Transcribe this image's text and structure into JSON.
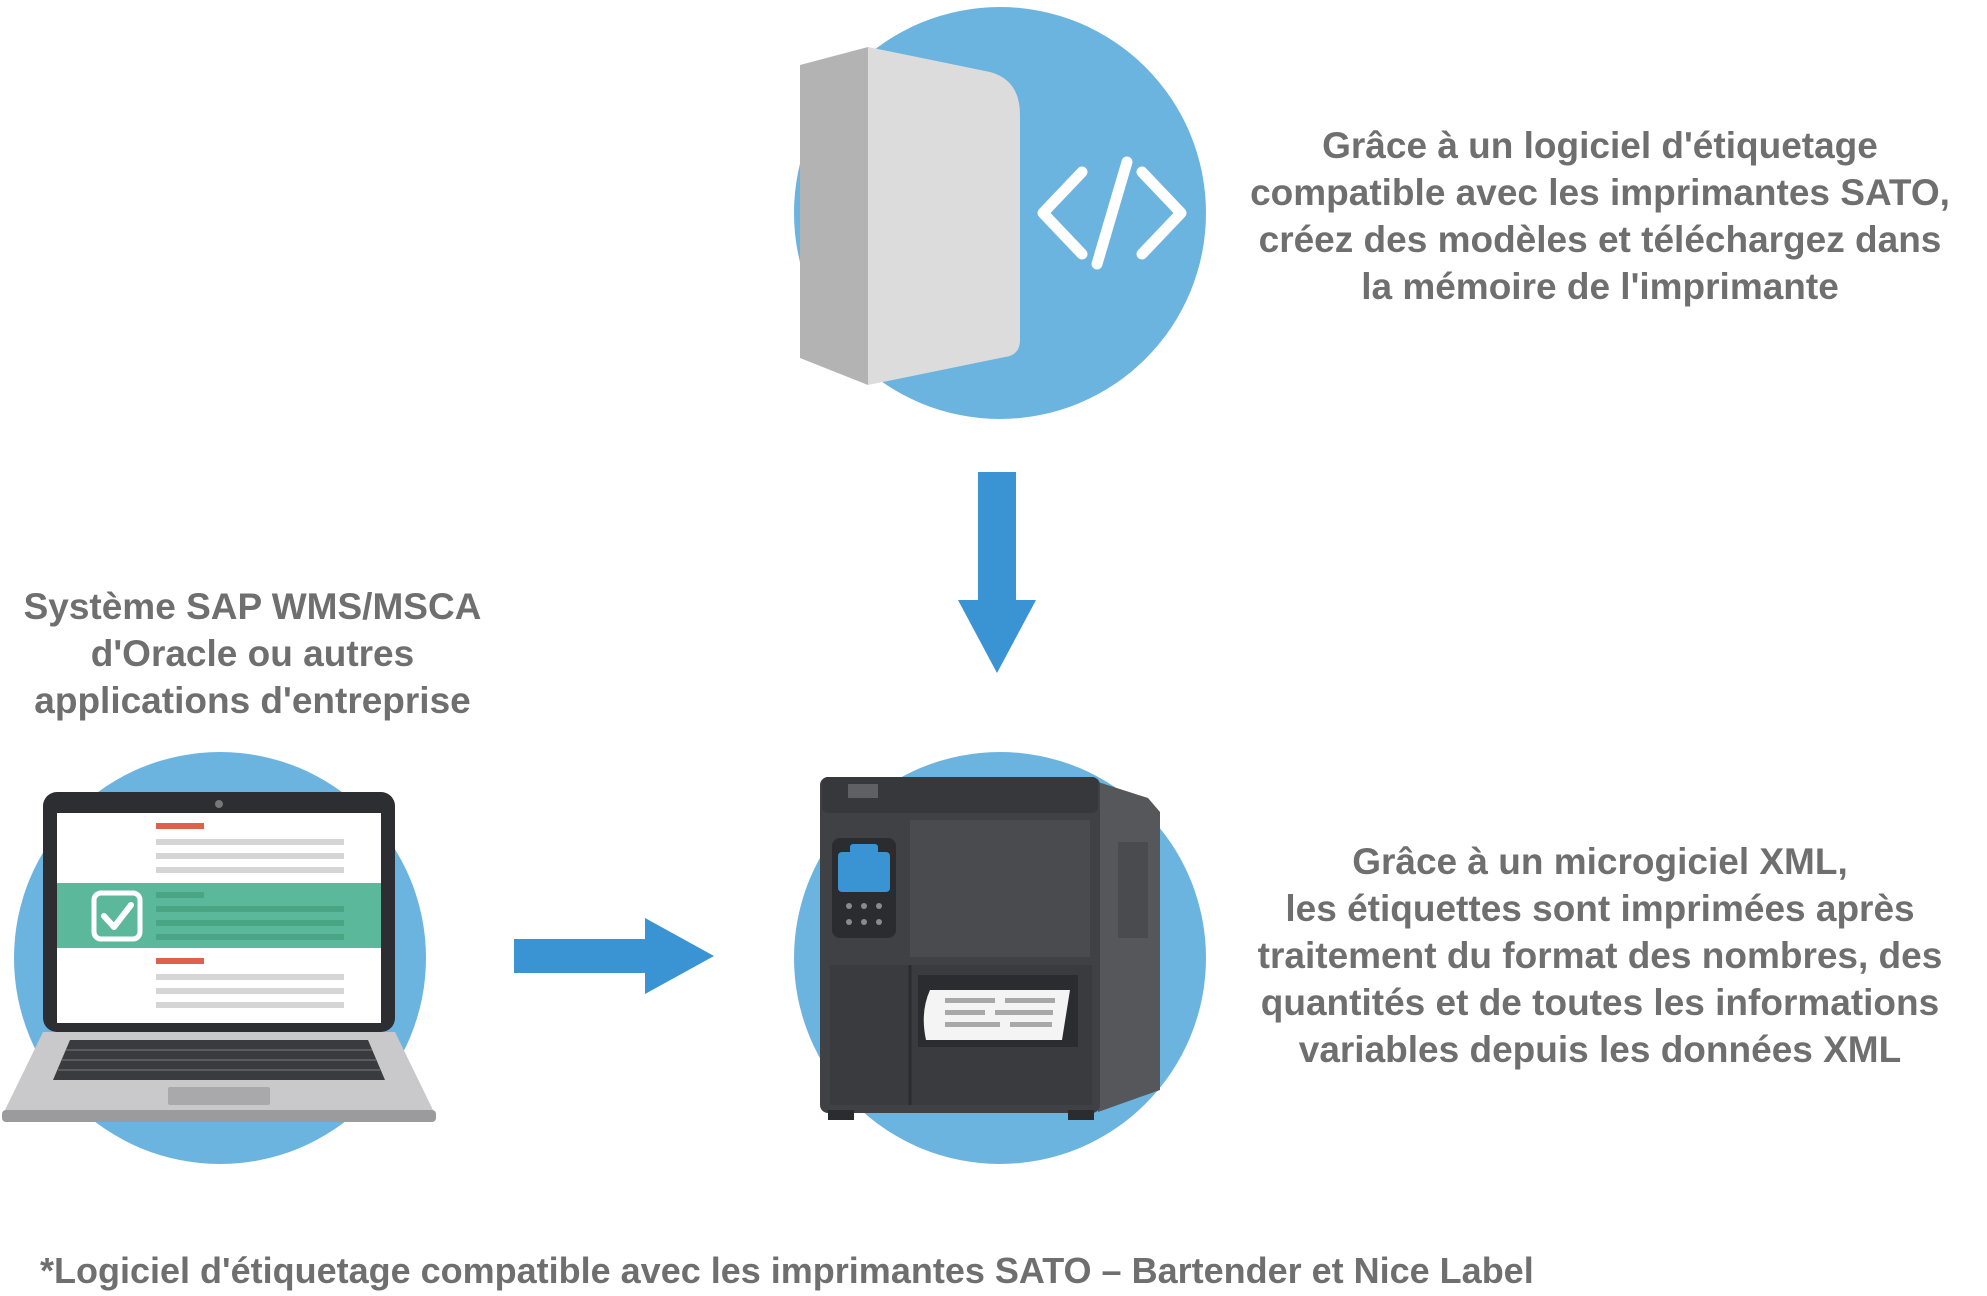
{
  "colors": {
    "circle": "#6cb4e0",
    "arrow": "#3a93d2",
    "text": "#6f6f6f",
    "printer_body": "#4a4b4e",
    "box_front": "#dcdcdc",
    "box_side": "#b3b3b3",
    "check_band": "#5cb89a",
    "accent_red": "#e0604f"
  },
  "icons": {
    "software": "software-box-code-icon",
    "laptop": "laptop-icon",
    "printer": "label-printer-icon",
    "arrow_down": "arrow-down-icon",
    "arrow_right": "arrow-right-icon"
  },
  "software_desc": {
    "lines": [
      "Grâce à un logiciel d'étiquetage",
      "compatible avec les imprimantes SATO,",
      "créez des modèles et téléchargez dans",
      "la mémoire de l'imprimante"
    ]
  },
  "source_desc": {
    "lines": [
      "Système SAP WMS/MSCA",
      "d'Oracle ou autres",
      "applications d'entreprise"
    ]
  },
  "printer_desc": {
    "lines": [
      "Grâce à un microgiciel XML,",
      "les étiquettes sont imprimées après",
      "traitement du format des nombres, des",
      "quantités et de toutes les informations",
      "variables depuis les données XML"
    ]
  },
  "footnote": "*Logiciel d'étiquetage compatible avec les imprimantes SATO – Bartender et Nice Label"
}
